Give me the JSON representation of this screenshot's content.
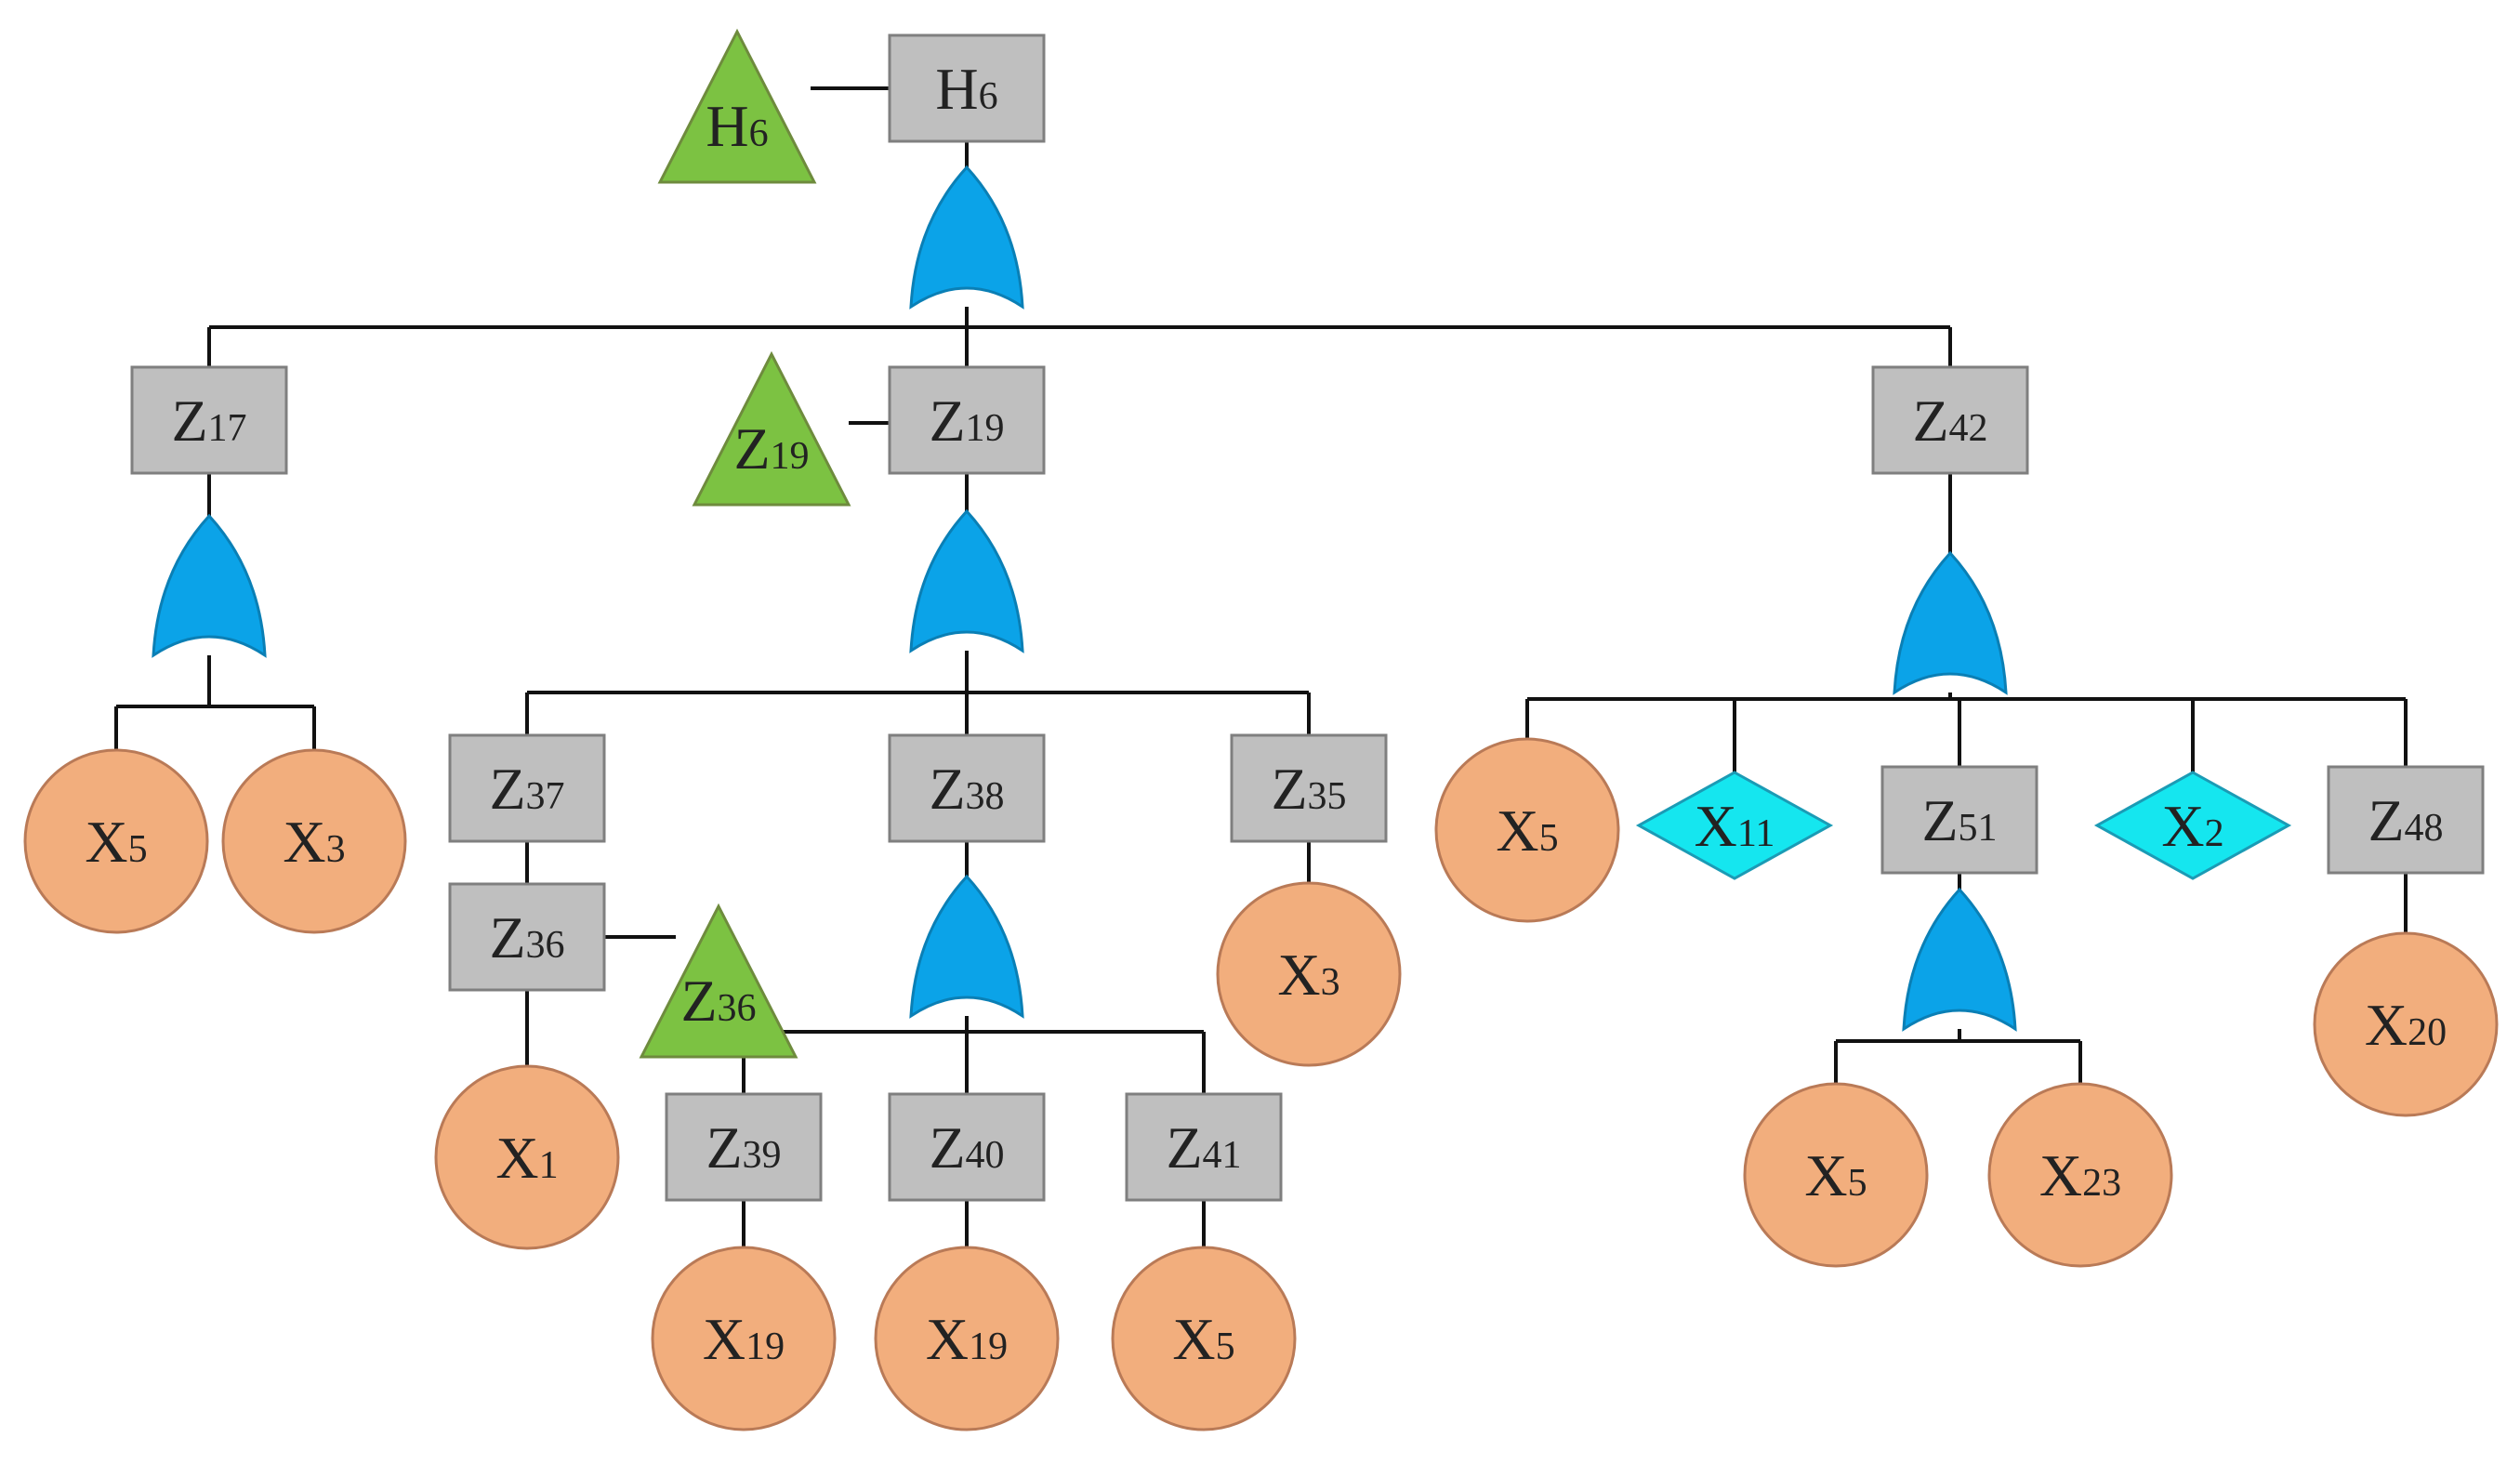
{
  "diagram": {
    "colors": {
      "event_box": "#BFBFBF",
      "transfer_triangle": "#7CC242",
      "basic_event_circle": "#F2AE7D",
      "undeveloped_diamond": "#15E6EF",
      "or_gate": "#0BA3E8"
    },
    "nodes": [
      {
        "id": "h6",
        "shape": "box",
        "letter": "H",
        "sub": "6"
      },
      {
        "id": "h6_tri",
        "shape": "triangle",
        "letter": "H",
        "sub": "6"
      },
      {
        "id": "z17",
        "shape": "box",
        "letter": "Z",
        "sub": "17"
      },
      {
        "id": "z19",
        "shape": "box",
        "letter": "Z",
        "sub": "19"
      },
      {
        "id": "z19_tri",
        "shape": "triangle",
        "letter": "Z",
        "sub": "19"
      },
      {
        "id": "z42",
        "shape": "box",
        "letter": "Z",
        "sub": "42"
      },
      {
        "id": "z17_x5",
        "shape": "circle",
        "letter": "X",
        "sub": "5"
      },
      {
        "id": "z17_x3",
        "shape": "circle",
        "letter": "X",
        "sub": "3"
      },
      {
        "id": "z37",
        "shape": "box",
        "letter": "Z",
        "sub": "37"
      },
      {
        "id": "z36",
        "shape": "box",
        "letter": "Z",
        "sub": "36"
      },
      {
        "id": "z36_tri",
        "shape": "triangle",
        "letter": "Z",
        "sub": "36"
      },
      {
        "id": "x1",
        "shape": "circle",
        "letter": "X",
        "sub": "1"
      },
      {
        "id": "z38",
        "shape": "box",
        "letter": "Z",
        "sub": "38"
      },
      {
        "id": "z39",
        "shape": "box",
        "letter": "Z",
        "sub": "39"
      },
      {
        "id": "z40",
        "shape": "box",
        "letter": "Z",
        "sub": "40"
      },
      {
        "id": "z41",
        "shape": "box",
        "letter": "Z",
        "sub": "41"
      },
      {
        "id": "z39_x19",
        "shape": "circle",
        "letter": "X",
        "sub": "19"
      },
      {
        "id": "z40_x19",
        "shape": "circle",
        "letter": "X",
        "sub": "19"
      },
      {
        "id": "z41_x5",
        "shape": "circle",
        "letter": "X",
        "sub": "5"
      },
      {
        "id": "z35",
        "shape": "box",
        "letter": "Z",
        "sub": "35"
      },
      {
        "id": "z35_x3",
        "shape": "circle",
        "letter": "X",
        "sub": "3"
      },
      {
        "id": "z42_x5",
        "shape": "circle",
        "letter": "X",
        "sub": "5"
      },
      {
        "id": "x11",
        "shape": "diamond",
        "letter": "X",
        "sub": "11"
      },
      {
        "id": "z51",
        "shape": "box",
        "letter": "Z",
        "sub": "51"
      },
      {
        "id": "x2",
        "shape": "diamond",
        "letter": "X",
        "sub": "2"
      },
      {
        "id": "z48",
        "shape": "box",
        "letter": "Z",
        "sub": "48"
      },
      {
        "id": "z51_x5",
        "shape": "circle",
        "letter": "X",
        "sub": "5"
      },
      {
        "id": "x23",
        "shape": "circle",
        "letter": "X",
        "sub": "23"
      },
      {
        "id": "x20",
        "shape": "circle",
        "letter": "X",
        "sub": "20"
      }
    ],
    "gates": [
      {
        "id": "gate_h6",
        "type": "or"
      },
      {
        "id": "gate_z17",
        "type": "or"
      },
      {
        "id": "gate_z19",
        "type": "or"
      },
      {
        "id": "gate_z42",
        "type": "or"
      },
      {
        "id": "gate_z38",
        "type": "or"
      },
      {
        "id": "gate_z51",
        "type": "or"
      }
    ],
    "edges": [
      [
        "h6",
        "gate_h6"
      ],
      [
        "gate_h6",
        "z17"
      ],
      [
        "gate_h6",
        "z19"
      ],
      [
        "gate_h6",
        "z42"
      ],
      [
        "h6",
        "h6_tri"
      ],
      [
        "z17",
        "gate_z17"
      ],
      [
        "gate_z17",
        "z17_x5"
      ],
      [
        "gate_z17",
        "z17_x3"
      ],
      [
        "z19",
        "z19_tri"
      ],
      [
        "z19",
        "gate_z19"
      ],
      [
        "gate_z19",
        "z37"
      ],
      [
        "gate_z19",
        "z38"
      ],
      [
        "gate_z19",
        "z35"
      ],
      [
        "z37",
        "z36"
      ],
      [
        "z36",
        "z36_tri"
      ],
      [
        "z36",
        "x1"
      ],
      [
        "z38",
        "gate_z38"
      ],
      [
        "gate_z38",
        "z39"
      ],
      [
        "gate_z38",
        "z40"
      ],
      [
        "gate_z38",
        "z41"
      ],
      [
        "z39",
        "z39_x19"
      ],
      [
        "z40",
        "z40_x19"
      ],
      [
        "z41",
        "z41_x5"
      ],
      [
        "z35",
        "z35_x3"
      ],
      [
        "z42",
        "gate_z42"
      ],
      [
        "gate_z42",
        "z42_x5"
      ],
      [
        "gate_z42",
        "x11"
      ],
      [
        "gate_z42",
        "z51"
      ],
      [
        "gate_z42",
        "x2"
      ],
      [
        "gate_z42",
        "z48"
      ],
      [
        "z51",
        "gate_z51"
      ],
      [
        "gate_z51",
        "z51_x5"
      ],
      [
        "gate_z51",
        "x23"
      ],
      [
        "z48",
        "x20"
      ]
    ]
  }
}
